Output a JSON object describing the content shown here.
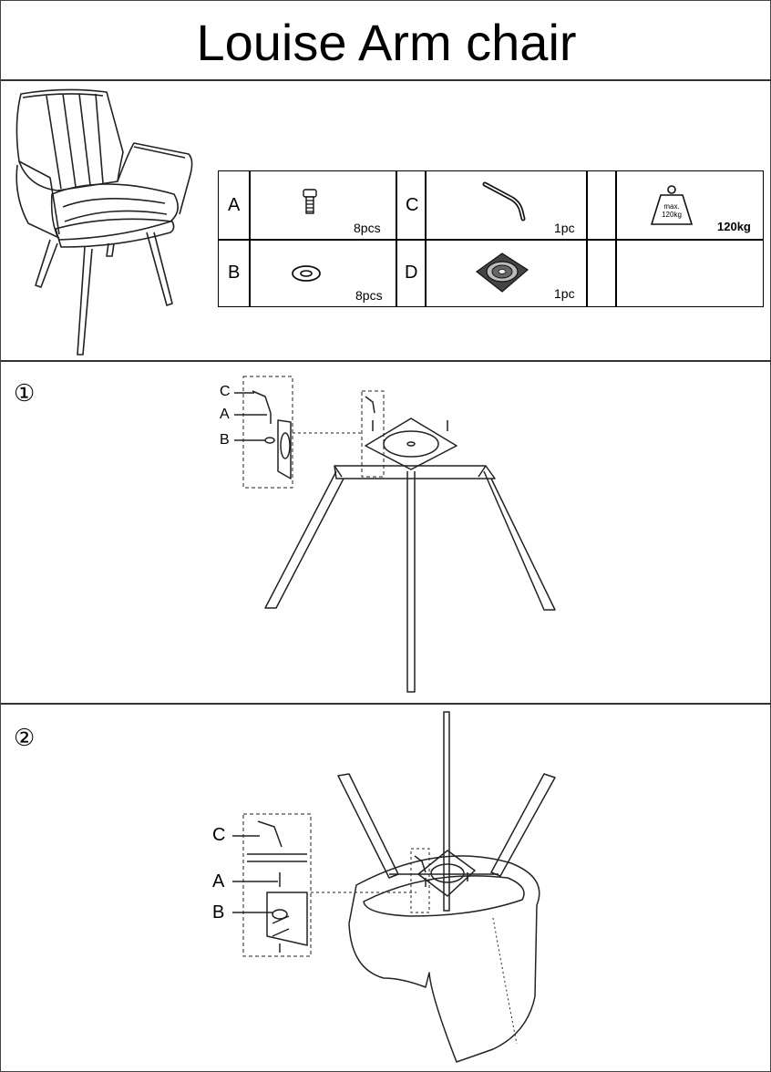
{
  "header": {
    "title": "Louise Arm chair"
  },
  "parts": {
    "items": [
      {
        "letter": "A",
        "qty": "8pcs",
        "icon": "bolt-icon"
      },
      {
        "letter": "B",
        "qty": "8pcs",
        "icon": "washer-icon"
      },
      {
        "letter": "C",
        "qty": "1pc",
        "icon": "allen-key-icon"
      },
      {
        "letter": "D",
        "qty": "1pc",
        "icon": "swivel-plate-icon"
      }
    ],
    "weight": {
      "max_label": "max.",
      "weight_label": "120kg",
      "label": "120kg"
    }
  },
  "step1": {
    "number": "①",
    "callouts": {
      "c": "C",
      "a": "A",
      "b": "B"
    }
  },
  "step2": {
    "number": "②",
    "callouts": {
      "c": "C",
      "a": "A",
      "b": "B"
    }
  }
}
